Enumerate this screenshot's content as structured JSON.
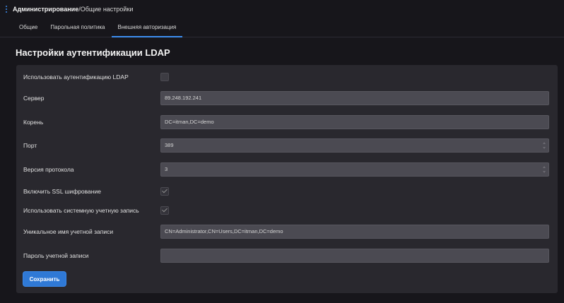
{
  "header": {
    "breadcrumb_main": "Администрирование",
    "breadcrumb_rest": "/Общие настройки"
  },
  "tabs": [
    {
      "label": "Общие",
      "active": false
    },
    {
      "label": "Парольная политика",
      "active": false
    },
    {
      "label": "Внешняя авторизация",
      "active": true
    }
  ],
  "section": {
    "title": "Настройки аутентификации LDAP"
  },
  "form": {
    "use_ldap": {
      "label": "Использовать аутентификацию LDAP",
      "checked": false
    },
    "server": {
      "label": "Сервер",
      "value": "89.248.192.241"
    },
    "root": {
      "label": "Корень",
      "value": "DC=itman,DC=demo"
    },
    "port": {
      "label": "Порт",
      "value": "389"
    },
    "protocol": {
      "label": "Версия протокола",
      "value": "3"
    },
    "ssl": {
      "label": "Включить SSL шифрование",
      "checked": true
    },
    "system_account": {
      "label": "Использовать системную учетную запись",
      "checked": true
    },
    "account_dn": {
      "label": "Уникальное имя учетной записи",
      "value": "CN=Administrator,CN=Users,DC=itman,DC=demo"
    },
    "account_password": {
      "label": "Пароль учетной записи",
      "value": ""
    },
    "save_label": "Сохранить"
  },
  "colors": {
    "accent": "#3d8ef0",
    "button": "#2f79d6",
    "panel": "#29282e",
    "background": "#17161b"
  }
}
